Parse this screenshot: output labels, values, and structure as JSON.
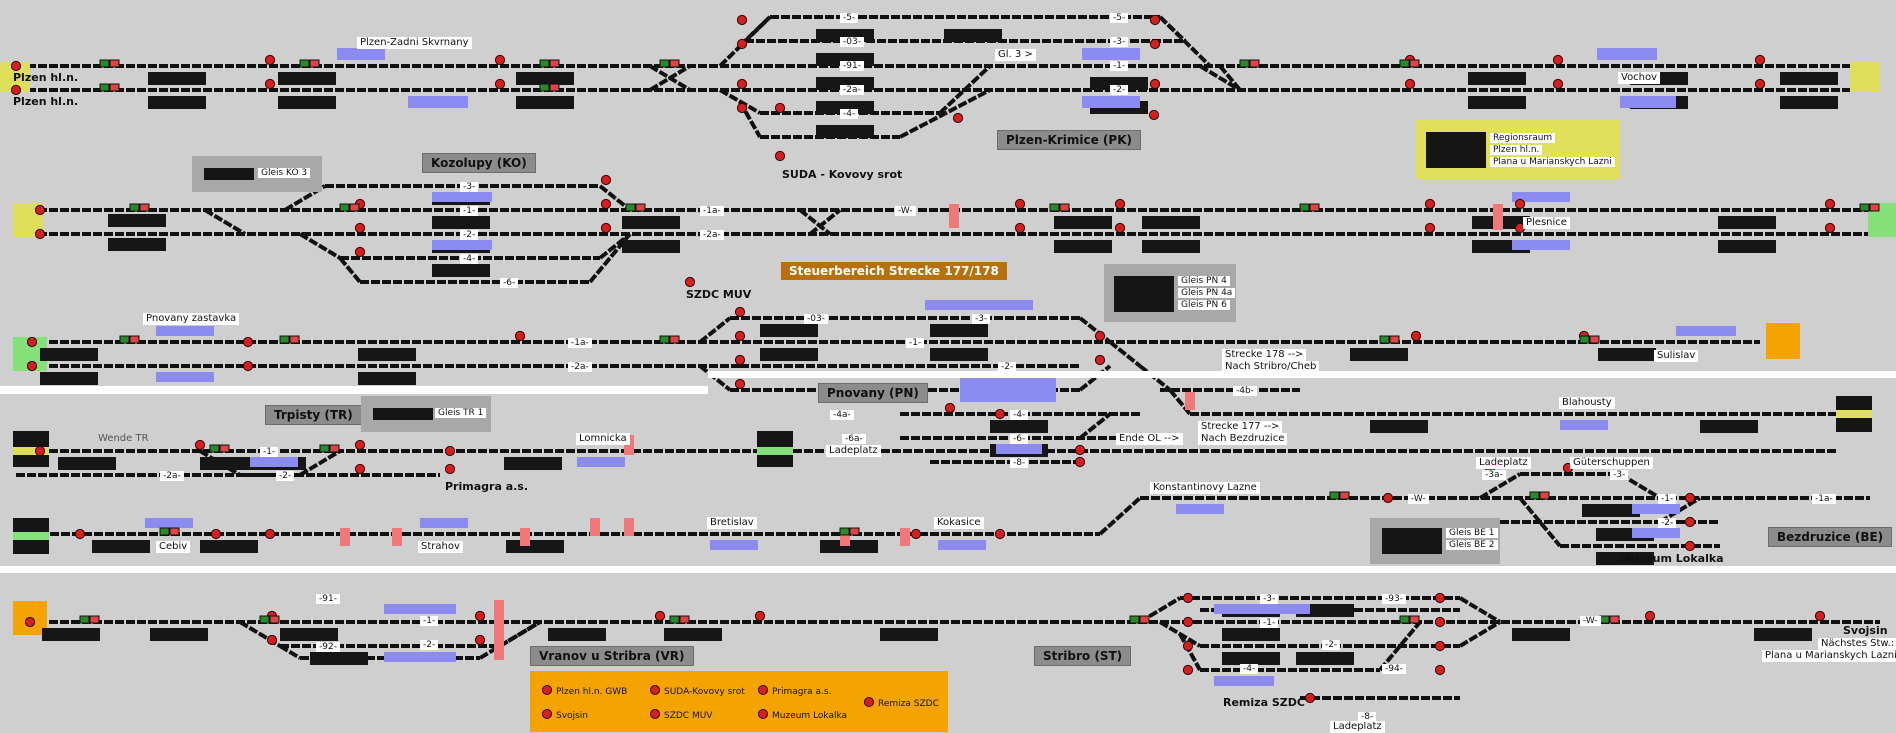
{
  "colors": {
    "background": "#cfcfcf",
    "track": "#1a1a1a",
    "signal_red": "#d42020",
    "signal_green": "#2a8a2a",
    "block_blue": "#8c8cf0",
    "block_red": "#f07878",
    "entry_yellow": "#dede5a",
    "entry_green": "#86e07a",
    "entry_orange": "#f5a300",
    "panel_yellow": "#e0e05a"
  },
  "areas": {
    "kozolupy": "Kozolupy (KO)",
    "plzen_krimice": "Plzen-Krimice (PK)",
    "pnovany": "Pnovany (PN)",
    "trpisty": "Trpisty (TR)",
    "vranov": "Vranov u Stribra (VR)",
    "stribro": "Stribro (ST)",
    "bezdruzice": "Bezdruzice (BE)",
    "steuerbereich": "Steuerbereich Strecke 177/178"
  },
  "stations": {
    "plzen_hln_1": "Plzen hl.n.",
    "plzen_hln_2": "Plzen hl.n.",
    "plzen_zadni": "Plzen-Zadni Skvrnany",
    "vochov": "Vochov",
    "suda": "SUDA - Kovovy srot",
    "szdc_muv": "SZDC MUV",
    "plesnice": "Plesnice",
    "pnovany_zastavka": "Pnovany zastavka",
    "sulislav": "Sulislav",
    "blahousty": "Blahousty",
    "lomnicka": "Lomnicka",
    "primagra": "Primagra a.s.",
    "wende_tr": "Wende TR",
    "ladeplatz_pn": "Ladeplatz",
    "konstantinovy": "Konstantinovy Lazne",
    "bretislav": "Bretislav",
    "kokasice": "Kokasice",
    "cebiv": "Cebiv",
    "strahov": "Strahov",
    "ladeplatz_be": "Ladeplatz",
    "guterschuppen": "Güterschuppen",
    "muzeum": "Muzeum Lokalka",
    "svojsin": "Svojsin",
    "nachstes": "Nächstes Stw.:",
    "plana": "Plana u Marianskych Lazni",
    "remiza": "Remiza SZDC",
    "ladeplatz_st": "Ladeplatz",
    "strecke178": "Strecke 178 -->",
    "nach_stribro": "Nach Stribro/Cheb",
    "strecke177": "Strecke 177 -->",
    "nach_bezdruzice": "Nach Bezdruzice",
    "ende_ol": "Ende OL -->",
    "gl3": "Gl. 3 >"
  },
  "panels": {
    "regionsraum": [
      "Regionsraum",
      "Plzen hl.n.",
      "Plana u Marianskych Lazni"
    ],
    "gleis_ko": [
      "Gleis KO 3"
    ],
    "gleis_pn": [
      "Gleis PN 4",
      "Gleis PN 4a",
      "Gleis PN 6"
    ],
    "gleis_tr": [
      "Gleis TR 1"
    ],
    "gleis_be": [
      "Gleis BE 1",
      "Gleis BE 2"
    ]
  },
  "legend": [
    "Plzen hl.n. GWB",
    "SUDA-Kovovy srot",
    "Primagra a.s.",
    "Remiza SZDC",
    "Svojsin",
    "SZDC MUV",
    "Muzeum Lokalka"
  ],
  "track_labels": {
    "k5a": "-5-",
    "k5b": "-5-",
    "k03": "-03-",
    "k3a": "-3-",
    "k91": "-91-",
    "k1a": "-1-",
    "k2a": "-2a-",
    "k2b": "-2-",
    "k4a": "-4-",
    "ko3": "-3-",
    "ko1": "-1-",
    "ko2": "-2-",
    "ko4": "-4-",
    "ko6": "-6-",
    "ko1a": "-1a-",
    "ko2a": "-2a-",
    "kow": "-W-",
    "pn03": "-03-",
    "pn3": "-3-",
    "pn1a": "-1a-",
    "pn1": "-1-",
    "pn2a": "-2a-",
    "pn2": "-2-",
    "pn4a": "-4a-",
    "pn6a": "-6a-",
    "pn4": "-4-",
    "pn6": "-6-",
    "pn8": "-8-",
    "pn4b": "-4b-",
    "tr1": "-1-",
    "tr2a": "-2a-",
    "tr2": "-2-",
    "be3a": "-3a-",
    "be3": "-3-",
    "be1": "-1-",
    "be2": "-2-",
    "be1a": "-1a-",
    "bew": "-W-",
    "vr91": "-91-",
    "vr92": "-92-",
    "vr1": "-1-",
    "vr2": "-2-",
    "st3": "-3-",
    "st93": "-93-",
    "st1": "-1-",
    "st2": "-2-",
    "st94": "-94-",
    "st4": "-4-",
    "st8": "-8-",
    "stw": "-W-"
  }
}
